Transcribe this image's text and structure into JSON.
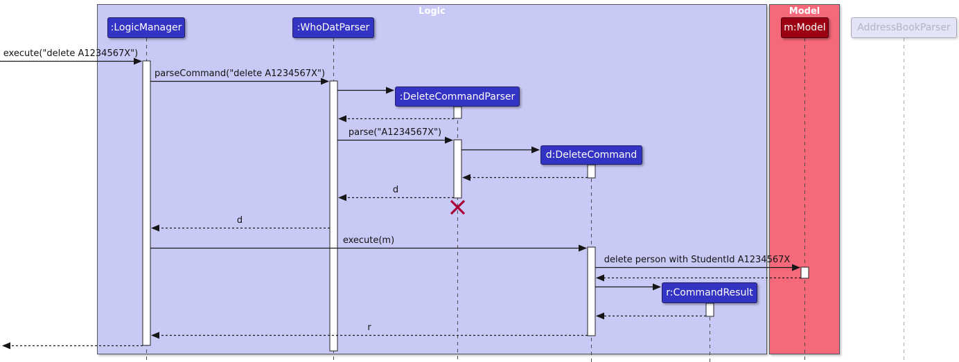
{
  "diagram": {
    "type": "uml-sequence-diagram",
    "frames": [
      {
        "name": "Logic",
        "fill": "#C9C9F6",
        "border": "#53535E",
        "title_color": "#FFFFFF"
      },
      {
        "name": "Model",
        "fill": "#F5697B",
        "border": "#53535E",
        "title_color": "#FFFFFF"
      }
    ],
    "participants": [
      {
        "id": "logic-manager",
        "label": ":LogicManager",
        "fill": "#3333C4",
        "text_color": "#FFFFFF",
        "frame": "Logic"
      },
      {
        "id": "whodat-parser",
        "label": ":WhoDatParser",
        "fill": "#3333C4",
        "text_color": "#FFFFFF",
        "frame": "Logic"
      },
      {
        "id": "delete-command-parser",
        "label": ":DeleteCommandParser",
        "fill": "#3333C4",
        "text_color": "#FFFFFF",
        "frame": "Logic",
        "created_in_scenario": true,
        "destroyed_in_scenario": true
      },
      {
        "id": "delete-command",
        "label": "d:DeleteCommand",
        "fill": "#3333C4",
        "text_color": "#FFFFFF",
        "frame": "Logic",
        "created_in_scenario": true
      },
      {
        "id": "command-result",
        "label": "r:CommandResult",
        "fill": "#3333C4",
        "text_color": "#FFFFFF",
        "frame": "Logic",
        "created_in_scenario": true
      },
      {
        "id": "model",
        "label": "m:Model",
        "fill": "#9D0012",
        "text_color": "#FFFFFF",
        "frame": "Model"
      },
      {
        "id": "address-book-parser",
        "label": "AddressBookParser",
        "fill": "#E4E4F7",
        "text_color": "#B4B4C6",
        "muted": true
      }
    ],
    "messages": [
      {
        "label": "execute(\"delete A1234567X\")",
        "from": "caller",
        "to": "logic-manager",
        "line": "solid"
      },
      {
        "label": "parseCommand(\"delete A1234567X\")",
        "from": "logic-manager",
        "to": "whodat-parser",
        "line": "solid"
      },
      {
        "label": "",
        "kind": "create",
        "from": "whodat-parser",
        "to": "delete-command-parser",
        "line": "solid"
      },
      {
        "label": "",
        "kind": "return",
        "from": "delete-command-parser",
        "to": "whodat-parser",
        "line": "dashed"
      },
      {
        "label": "parse(\"A1234567X\")",
        "from": "whodat-parser",
        "to": "delete-command-parser",
        "line": "solid"
      },
      {
        "label": "",
        "kind": "create",
        "from": "delete-command-parser",
        "to": "delete-command",
        "line": "solid"
      },
      {
        "label": "",
        "kind": "return",
        "from": "delete-command",
        "to": "delete-command-parser",
        "line": "dashed"
      },
      {
        "label": "d",
        "kind": "return",
        "from": "delete-command-parser",
        "to": "whodat-parser",
        "line": "dashed"
      },
      {
        "label": "d",
        "kind": "return",
        "from": "whodat-parser",
        "to": "logic-manager",
        "line": "dashed"
      },
      {
        "label": "execute(m)",
        "from": "logic-manager",
        "to": "delete-command",
        "line": "solid"
      },
      {
        "label": "delete person with StudentId A1234567X",
        "from": "delete-command",
        "to": "model",
        "line": "solid"
      },
      {
        "label": "",
        "kind": "return",
        "from": "model",
        "to": "delete-command",
        "line": "dashed"
      },
      {
        "label": "",
        "kind": "create",
        "from": "delete-command",
        "to": "command-result",
        "line": "solid"
      },
      {
        "label": "",
        "kind": "return",
        "from": "command-result",
        "to": "delete-command",
        "line": "dashed"
      },
      {
        "label": "r",
        "kind": "return",
        "from": "delete-command",
        "to": "logic-manager",
        "line": "dashed"
      },
      {
        "label": "",
        "kind": "return",
        "from": "logic-manager",
        "to": "caller",
        "line": "dashed"
      }
    ],
    "markers": {
      "destroy_x_participant": "delete-command-parser",
      "destroy_x_color": "#A80036"
    },
    "colors": {
      "canvas_bg": "#FFFFFF",
      "arrow": "#161616",
      "lifeline": "#4A4A4A",
      "muted_lifeline": "#A8A8B8",
      "activation_fill": "#FFFFFF",
      "activation_border": "#222222"
    }
  }
}
